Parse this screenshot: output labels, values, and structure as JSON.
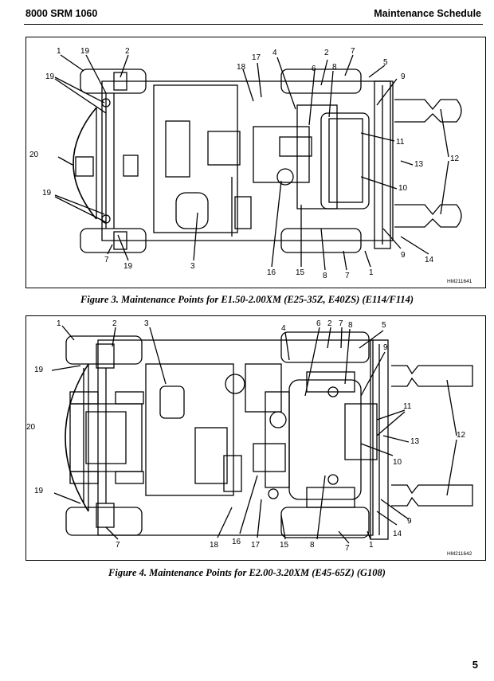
{
  "header": {
    "left": "8000 SRM 1060",
    "right": "Maintenance Schedule"
  },
  "figure3": {
    "caption": "Figure 3. Maintenance Points for E1.50-2.00XM (E25-35Z, E40ZS) (E114/F114)",
    "code": "HM211641",
    "callouts": [
      "1",
      "19",
      "2",
      "19",
      "18",
      "17",
      "4",
      "2",
      "7",
      "5",
      "6",
      "8",
      "9",
      "20",
      "11",
      "13",
      "12",
      "19",
      "10",
      "3",
      "16",
      "15",
      "8",
      "7",
      "1",
      "9",
      "14",
      "7",
      "19"
    ]
  },
  "figure4": {
    "caption": "Figure 4. Maintenance Points for E2.00-3.20XM (E45-65Z) (G108)",
    "code": "HM211642",
    "callouts": [
      "1",
      "2",
      "3",
      "4",
      "6",
      "2",
      "7",
      "8",
      "5",
      "9",
      "19",
      "11",
      "20",
      "12",
      "13",
      "10",
      "19",
      "9",
      "7",
      "18",
      "16",
      "17",
      "15",
      "8",
      "7",
      "1",
      "14"
    ]
  },
  "page_number": "5"
}
